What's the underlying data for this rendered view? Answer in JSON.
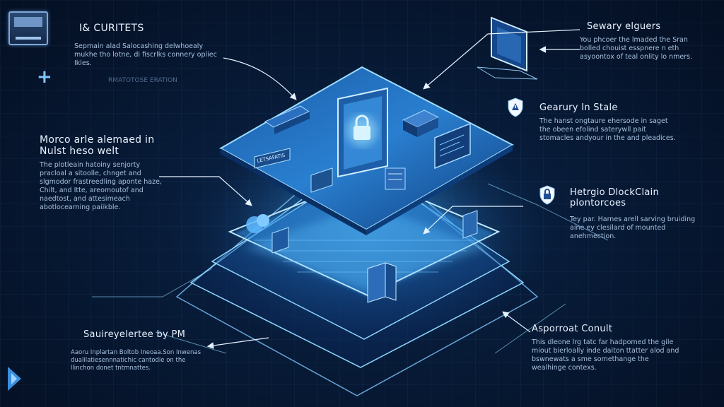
{
  "header": {
    "title": "I& CURITETS",
    "desc": "Sepmain alad Salocashing delwhoealy mukhe tho lotne, di fiscrlks connery opliec Ikles.",
    "dim_text": "RMATOTOSE ERATION"
  },
  "callouts": {
    "top_right": {
      "title": "Sewary elguers",
      "desc": "You phcoer the lmaded the Sran bolled chouist esspnere n eth asyoontox of teal onlity lo nmers."
    },
    "right_1": {
      "title": "Gearury In Stale",
      "desc": "The hanst ongtaure ehersode in saget the obeen efolind saterywll pait stomacles andyour in the and pleadices."
    },
    "right_2": {
      "title": "Hetrgio DlockClain plontorcoes",
      "desc": "Tey par. Harnes arell sarving bruiding aine ey clesilard of mounted anehmection."
    },
    "left_mid": {
      "title": "Morco arle alemaed in Nulst heso welt",
      "desc": "The plotleain hatoiny senjorty pracloal a sitoolle, chnget and slgmodor frastreedling aponte haze, Chilt, and Itte, areomoutof and naedtost, and attesimeach abotlocearning paiikble."
    },
    "bottom_left": {
      "title": "Sauireyelertee by PM",
      "desc": "Aaoru Inplartan Boltob Ineoaa.Son Inwenas dualilatiesennnatichic cantodie on the llinchon donet tntmnattes."
    },
    "bottom_right": {
      "title": "Asporroat Conult",
      "desc": "This dleone lrg tatc far hadpomed the gile miout bierloally inde daiton ttatter alod and bswnewats a sme somethange the wealhinge contexs."
    }
  },
  "diagram": {
    "panel_label": "LETSAFATIS"
  },
  "colors": {
    "accent": "#4fb6ff",
    "glow": "#8fd6ff",
    "background": "#061733",
    "panel": "#0f3a70"
  }
}
